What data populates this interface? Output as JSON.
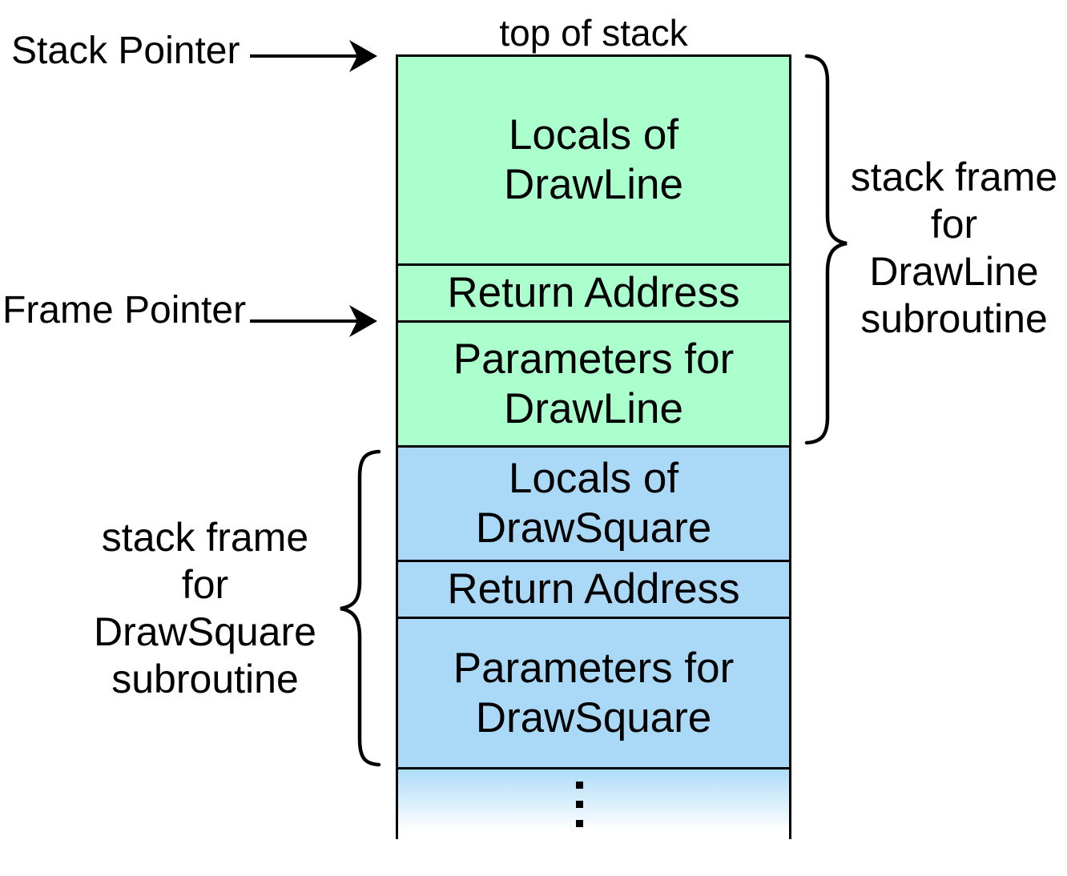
{
  "labels": {
    "top_of_stack": "top of stack",
    "stack_pointer": "Stack Pointer",
    "frame_pointer": "Frame Pointer"
  },
  "stack": {
    "drawline_frame": {
      "name": "DrawLine",
      "fill_color": "#aaffcc",
      "cells": [
        {
          "label": "Locals of\nDrawLine"
        },
        {
          "label": "Return Address"
        },
        {
          "label": "Parameters for\nDrawLine"
        }
      ]
    },
    "drawsquare_frame": {
      "name": "DrawSquare",
      "fill_color": "#aad9f7",
      "cells": [
        {
          "label": "Locals of\nDrawSquare"
        },
        {
          "label": "Return Address"
        },
        {
          "label": "Parameters for\nDrawSquare"
        }
      ]
    },
    "continuation": {
      "icon": "vertical-ellipsis",
      "fade_from_color": "#aedcf8",
      "fade_to_color": "#ffffff"
    }
  },
  "annotations": {
    "drawline_brace_label": "stack frame\nfor\nDrawLine\nsubroutine",
    "drawsquare_brace_label": "stack frame\nfor\nDrawSquare\nsubroutine"
  },
  "line_color": "#000000"
}
